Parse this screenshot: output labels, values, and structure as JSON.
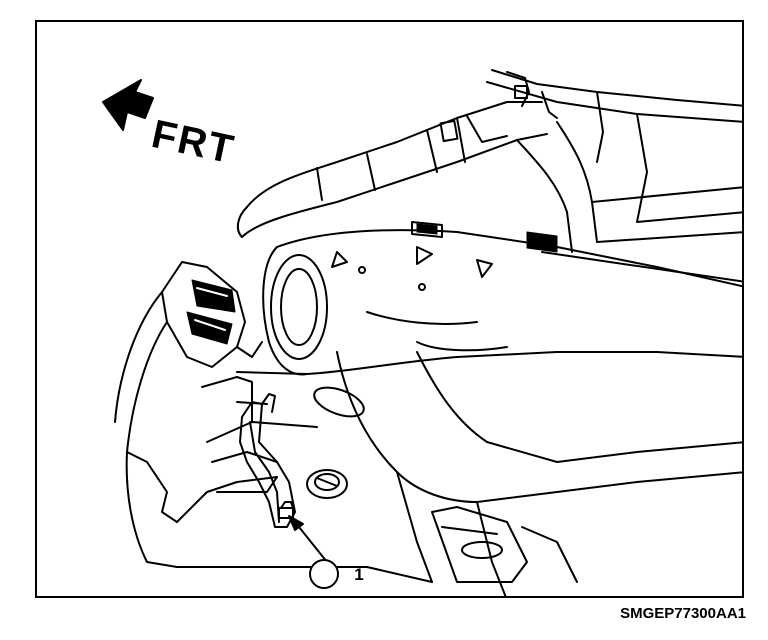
{
  "figure": {
    "direction_label": "FRT",
    "callout_number": "1",
    "figure_code": "SMGEP77300AA1"
  },
  "icons": {
    "front_arrow": "front-arrow-icon",
    "callout": "callout-circle-icon"
  },
  "colors": {
    "ink": "#000000",
    "paper": "#ffffff"
  }
}
